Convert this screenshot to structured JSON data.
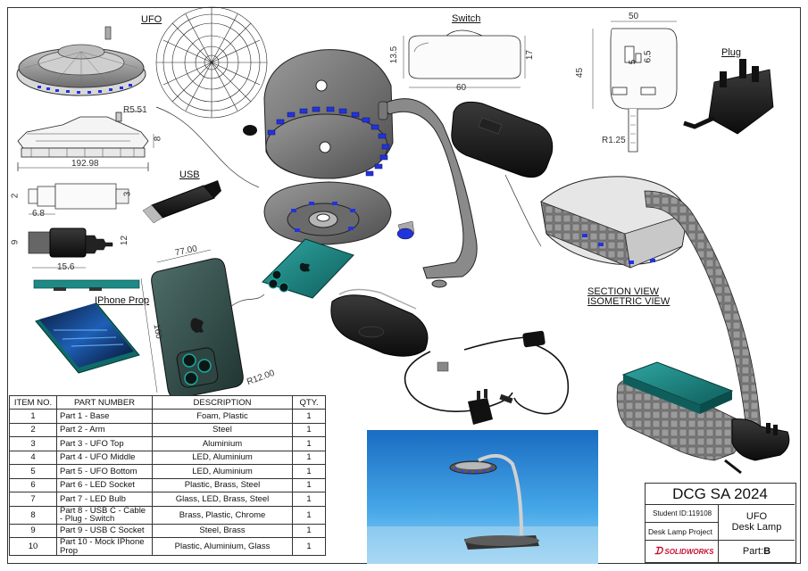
{
  "labels": {
    "ufo": "UFO",
    "switch": "Switch",
    "plug": "Plug",
    "usb": "USB",
    "iphone": "IPhone Prop",
    "section_line1": "SECTION VIEW",
    "section_line2": "ISOMETRIC VIEW"
  },
  "dimensions": {
    "ufo_radius": "R5.51",
    "ufo_width": "192.98",
    "ufo_height": "8",
    "switch_height": "13.5",
    "switch_height2": "17",
    "switch_width": "60",
    "plug_width": "50",
    "plug_height": "45",
    "plug_pin1": "5",
    "plug_pin2": "6.5",
    "plug_radius": "R1.25",
    "usb_d1": "2",
    "usb_d2": "3",
    "usb_len": "6.8",
    "usb_h1": "9",
    "usb_h2": "12",
    "usb_len2": "15.6",
    "iphone_width": "77.00",
    "iphone_height": "160",
    "iphone_radius": "R12.00"
  },
  "bom": {
    "headers": [
      "ITEM NO.",
      "PART NUMBER",
      "DESCRIPTION",
      "QTY."
    ],
    "rows": [
      {
        "item": "1",
        "part": "Part 1 - Base",
        "desc": "Foam, Plastic",
        "qty": "1"
      },
      {
        "item": "2",
        "part": "Part 2 - Arm",
        "desc": "Steel",
        "qty": "1"
      },
      {
        "item": "3",
        "part": "Part 3 - UFO Top",
        "desc": "Aluminium",
        "qty": "1"
      },
      {
        "item": "4",
        "part": "Part 4 - UFO Middle",
        "desc": "LED, Aluminium",
        "qty": "1"
      },
      {
        "item": "5",
        "part": "Part 5 - UFO Bottom",
        "desc": "LED, Aluminium",
        "qty": "1"
      },
      {
        "item": "6",
        "part": "Part 6 - LED Socket",
        "desc": "Plastic, Brass, Steel",
        "qty": "1"
      },
      {
        "item": "7",
        "part": "Part 7 - LED Bulb",
        "desc": "Glass, LED, Brass, Steel",
        "qty": "1"
      },
      {
        "item": "8",
        "part": "Part 8 - USB C - Cable - Plug - Switch",
        "desc": "Brass, Plastic, Chrome",
        "qty": "1"
      },
      {
        "item": "9",
        "part": "Part 9 - USB C Socket",
        "desc": "Steel, Brass",
        "qty": "1"
      },
      {
        "item": "10",
        "part": "Part 10 - Mock IPhone Prop",
        "desc": "Plastic, Aluminium, Glass",
        "qty": "1"
      }
    ]
  },
  "title_block": {
    "title": "DCG SA 2024",
    "student": "Student ID:119108",
    "project": "Desk Lamp Project",
    "name_line1": "UFO",
    "name_line2": "Desk Lamp",
    "part_prefix": "Part:",
    "part_letter": "B",
    "software": "SOLIDWORKS"
  },
  "colors": {
    "led_blue": "#2233dd",
    "teal": "#1d8a86",
    "render_bg": "#2f8fd8",
    "grey": "#8a8a8a"
  }
}
